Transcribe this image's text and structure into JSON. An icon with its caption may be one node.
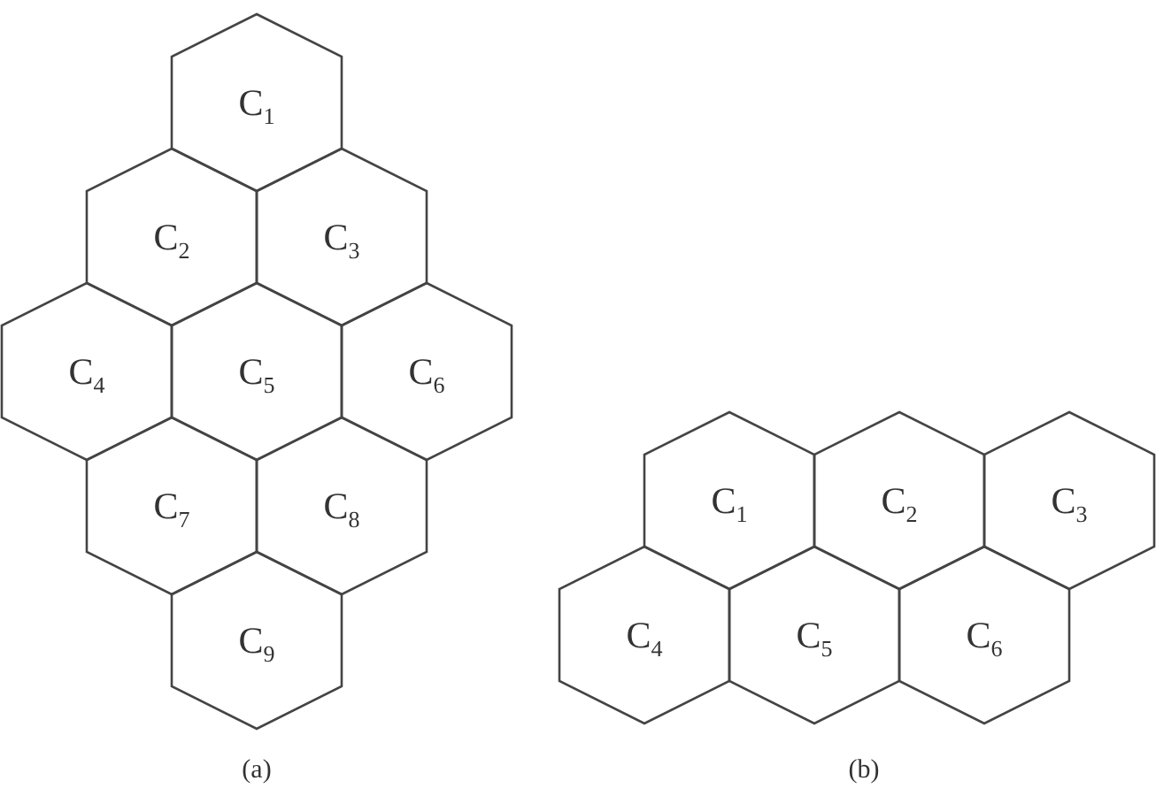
{
  "diagram": {
    "nodes": [
      {
        "text": [
          "C$_{1}$"
        ]
      },
      {
        "text": [
          "C$_{2}$"
        ]
      },
      {
        "text": [
          "C$_{3}$"
        ]
      },
      {
        "text": [
          "C$_{4}$"
        ]
      },
      {
        "text": [
          "C$_{5}$"
        ]
      },
      {
        "text": [
          "C$_{6}$"
        ]
      },
      {
        "text": [
          "C$_{7}$"
        ]
      },
      {
        "text": [
          "C$_{8}$"
        ]
      },
      {
        "text": [
          "C$_{9}$"
        ]
      },
      {
        "text": [
          "C$_{1}$"
        ]
      },
      {
        "text": [
          "C$_{2}$"
        ]
      },
      {
        "text": [
          "C$_{3}$"
        ]
      },
      {
        "text": [
          "C$_{4}$"
        ]
      },
      {
        "text": [
          "C$_{5}$"
        ]
      },
      {
        "text": [
          "C$_{6}$"
        ]
      }
    ],
    "labels": [
      "(a)",
      "(b)"
    ]
  }
}
